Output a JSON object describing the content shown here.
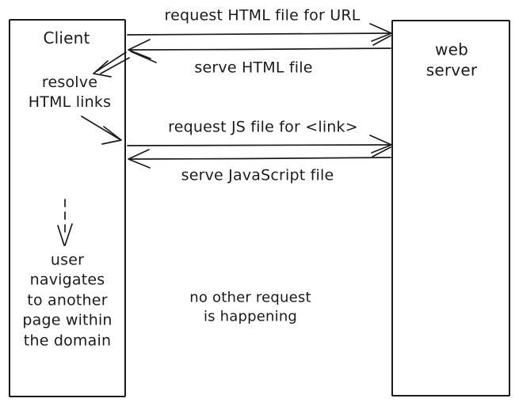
{
  "diagram": {
    "type": "sequence",
    "style": "hand-drawn",
    "ink_color": "#1b1b1b",
    "background_color": "#ffffff",
    "actors": [
      {
        "id": "client",
        "title": "Client"
      },
      {
        "id": "web-server",
        "title": "web\nserver"
      }
    ],
    "messages": [
      {
        "label": "request HTML file for URL",
        "from": "client",
        "to": "web-server",
        "direction": "right"
      },
      {
        "label": "serve HTML file",
        "from": "web-server",
        "to": "client",
        "direction": "left"
      },
      {
        "label": "request JS file for <link>",
        "from": "client",
        "to": "web-server",
        "direction": "right"
      },
      {
        "label": "serve JavaScript file",
        "from": "web-server",
        "to": "client",
        "direction": "left"
      }
    ],
    "notes": {
      "resolve_links": "resolve\nHTML links",
      "user_navigates": "user\nnavigates\nto another\npage within\nthe domain",
      "no_other_request": "no other request\nis happening"
    }
  }
}
